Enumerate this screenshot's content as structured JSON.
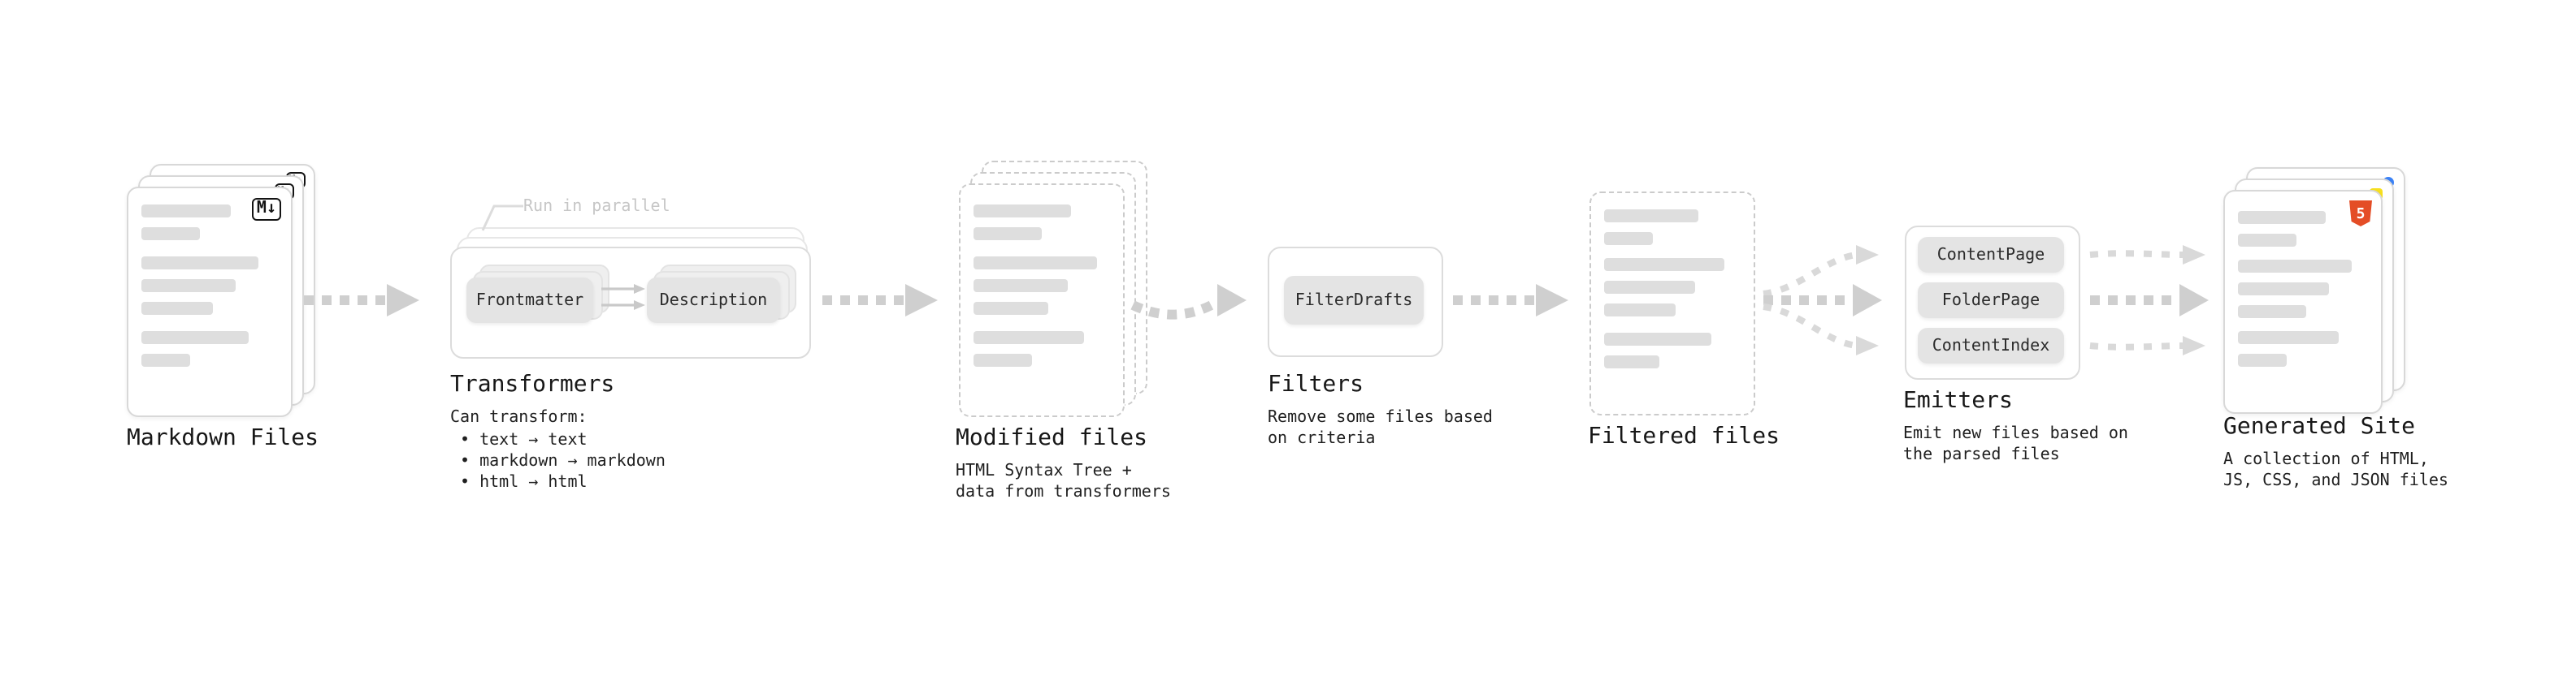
{
  "diagram": {
    "markdown_files": {
      "title": "Markdown Files",
      "badge": "M↓"
    },
    "transformers": {
      "title": "Transformers",
      "parallel_note": "Run in parallel",
      "node_frontmatter": "Frontmatter",
      "node_description": "Description",
      "caption_heading": "Can transform:",
      "caption_items": [
        "• text → text",
        "• markdown → markdown",
        "• html → html"
      ]
    },
    "modified_files": {
      "title": "Modified files",
      "caption": "HTML Syntax Tree +\ndata from transformers"
    },
    "filters": {
      "title": "Filters",
      "node_filterdrafts": "FilterDrafts",
      "caption": "Remove some files based\non criteria"
    },
    "filtered_files": {
      "title": "Filtered files"
    },
    "emitters": {
      "title": "Emitters",
      "node_contentpage": "ContentPage",
      "node_folderpage": "FolderPage",
      "node_contentindex": "ContentIndex",
      "caption": "Emit new files based on\nthe parsed files"
    },
    "generated_site": {
      "title": "Generated Site",
      "badge": "5",
      "caption": "A collection of HTML,\nJS, CSS, and JSON files"
    },
    "colors": {
      "html5_orange": "#E44D26",
      "js_yellow": "#F7DF1E",
      "dot_blue": "#3B82F6",
      "skeleton_gray": "#DEDEDE",
      "card_border_gray": "#D8D8D8",
      "arrow_gray": "#CFCFCF",
      "node_bg_gray": "#E4E4E4",
      "text_dark": "#171717",
      "muted_gray": "#C6C6C6"
    }
  }
}
